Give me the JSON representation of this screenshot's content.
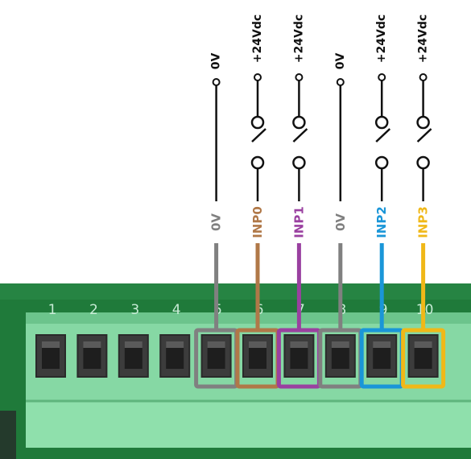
{
  "terminals": [
    "1",
    "2",
    "3",
    "4",
    "5",
    "6",
    "7",
    "8",
    "9",
    "10"
  ],
  "connections": [
    {
      "terminal": "5",
      "label": "0V",
      "supply": "0V",
      "switch": false,
      "color": "#808080"
    },
    {
      "terminal": "6",
      "label": "INP0",
      "supply": "+24Vdc",
      "switch": true,
      "color": "#b07848"
    },
    {
      "terminal": "7",
      "label": "INP1",
      "supply": "+24Vdc",
      "switch": true,
      "color": "#9a40a0"
    },
    {
      "terminal": "8",
      "label": "0V",
      "supply": "0V",
      "switch": false,
      "color": "#808080"
    },
    {
      "terminal": "9",
      "label": "INP2",
      "supply": "+24Vdc",
      "switch": true,
      "color": "#1a96d8"
    },
    {
      "terminal": "10",
      "label": "INP3",
      "supply": "+24Vdc",
      "switch": true,
      "color": "#f0b818"
    }
  ],
  "colors": {
    "board": "#1f7a3a",
    "block": "#86d8a4",
    "block_dark": "#5fb57d",
    "socket": "#3c3c3c",
    "wire": "#111111"
  }
}
